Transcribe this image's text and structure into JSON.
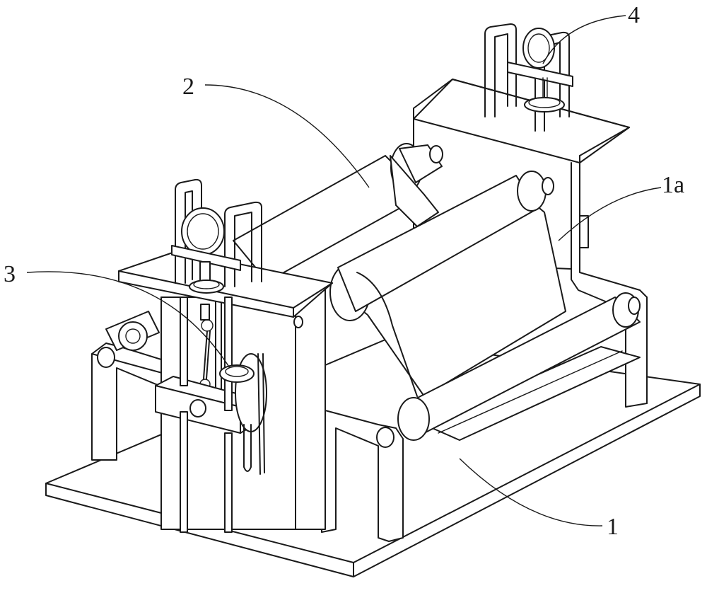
{
  "labels": {
    "base": "1",
    "side_frame": "1a",
    "roller": "2",
    "adjuster_left": "3",
    "adjuster_right": "4"
  },
  "colors": {
    "line": "#1a1a1a",
    "background": "#ffffff"
  }
}
